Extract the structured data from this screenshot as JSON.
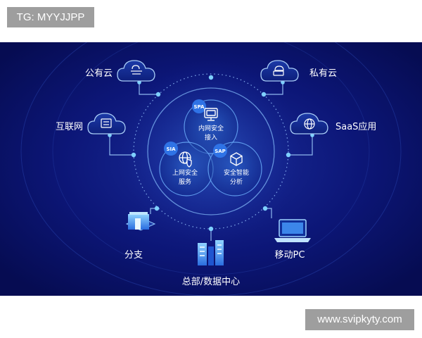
{
  "watermarks": {
    "top": "TG: MYYJJPP",
    "bottom": "www.svipkyty.com"
  },
  "nodes": {
    "public_cloud": "公有云",
    "private_cloud": "私有云",
    "internet": "互联网",
    "saas": "SaaS应用",
    "branch": "分支",
    "mobile_pc": "移动PC",
    "hq": "总部/数据中心"
  },
  "center": {
    "spa": {
      "badge": "SPA",
      "line1": "内网安全",
      "line2": "接入"
    },
    "sia": {
      "badge": "SIA",
      "line1": "上网安全",
      "line2": "服务"
    },
    "sap": {
      "badge": "SAP",
      "line1": "安全智能",
      "line2": "分析"
    }
  },
  "colors": {
    "background": "#0a1470",
    "accent": "#4fb6ff",
    "line": "#8fb8ee"
  }
}
